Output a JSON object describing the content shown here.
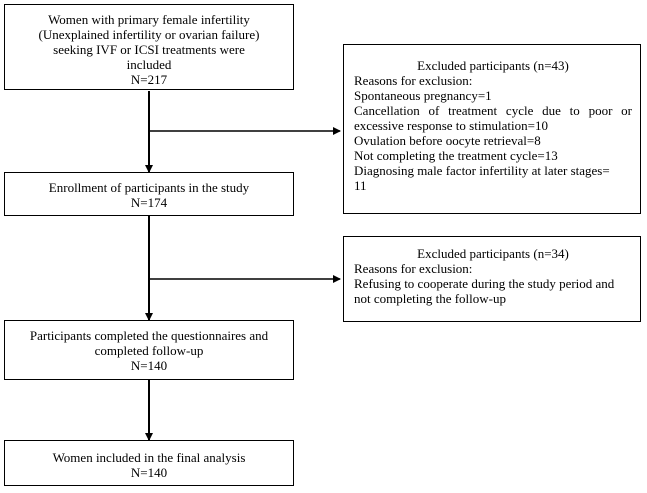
{
  "boxes": {
    "start": {
      "lines": [
        "Women with primary female infertility",
        "(Unexplained infertility or ovarian failure)",
        "seeking IVF or ICSI treatments were",
        "included",
        "N=217"
      ]
    },
    "excluded1": {
      "title": "Excluded participants (n=43)",
      "lines": [
        "Reasons for exclusion:",
        "Spontaneous pregnancy=1",
        "Cancellation of treatment cycle due to poor or",
        "excessive response to stimulation=10",
        "Ovulation before oocyte retrieval=8",
        "Not completing the treatment cycle=13",
        "Diagnosing male factor infertility at later stages=",
        "11"
      ]
    },
    "enrollment": {
      "lines": [
        "Enrollment of participants in the study",
        "N=174"
      ]
    },
    "excluded2": {
      "title": "Excluded participants (n=34)",
      "lines": [
        "Reasons for exclusion:",
        "Refusing to cooperate during the study period and",
        "not completing the follow-up"
      ]
    },
    "completed": {
      "lines": [
        "Participants completed the questionnaires and",
        "completed follow-up",
        "N=140"
      ]
    },
    "final": {
      "lines": [
        "Women included in the final analysis",
        "N=140"
      ]
    }
  }
}
